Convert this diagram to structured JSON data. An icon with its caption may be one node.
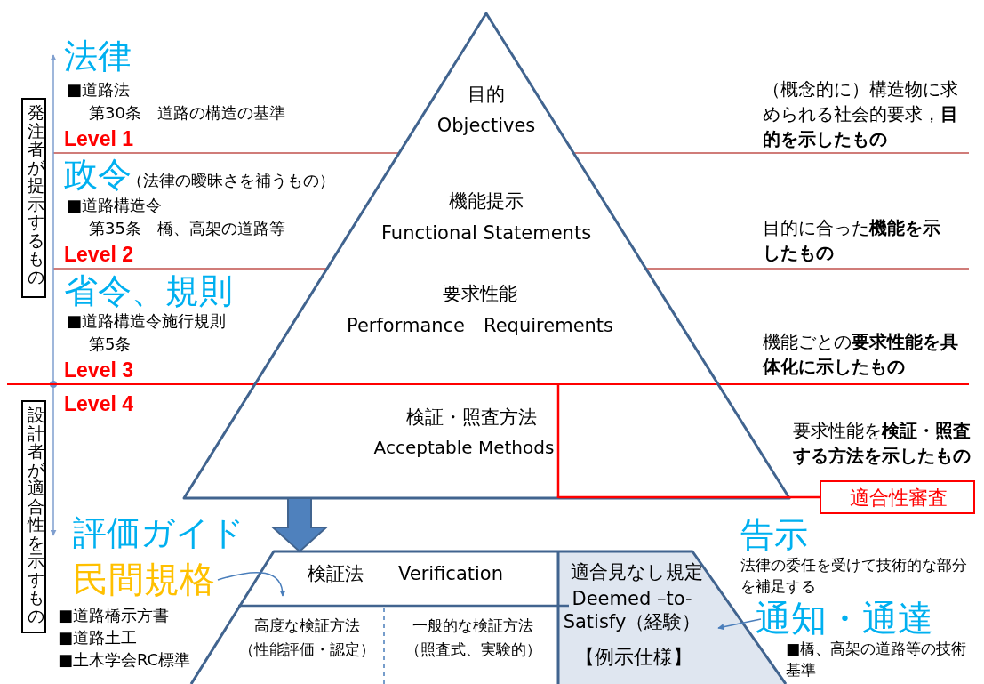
{
  "diagram": {
    "nodes": [
      {
        "text": [
          "目的",
          "Objectives"
        ]
      },
      {
        "text": [
          "機能提示",
          "Functional Statements"
        ]
      },
      {
        "text": [
          "要求性能",
          "Performance　Requirements"
        ]
      },
      {
        "text": [
          "検証・照査方法",
          "Acceptable Methods"
        ]
      },
      {
        "text": [
          "検証法",
          "Verification"
        ]
      },
      {
        "text": [
          "高度な検証方法",
          "（性能評価・認定）"
        ]
      },
      {
        "text": [
          "一般的な検証方法",
          "（照査式、実験的）"
        ]
      },
      {
        "text": [
          "適合見なし規定",
          "Deemed –to-Satisfy（経験）",
          "【例示仕様】"
        ]
      },
      {
        "text": [
          "民間規格"
        ]
      },
      {
        "text": [
          "通知・通達"
        ]
      },
      {
        "text": [
          "適合性審査"
        ]
      },
      {
        "text": [
          "発注者が提示するもの"
        ]
      },
      {
        "text": [
          "設計者が適合性を示すもの"
        ]
      }
    ],
    "edges": [
      {
        "from": 3,
        "to": 4,
        "arrow": "to",
        "style": "thick"
      },
      {
        "from": 8,
        "to": 4,
        "arrow": "to"
      },
      {
        "from": 9,
        "to": 7,
        "arrow": "to"
      },
      {
        "from": 3,
        "to": 10,
        "arrow": "none",
        "color": "#ff0000"
      }
    ],
    "labels": [
      "法律",
      "■道路法",
      "第30条　道路の構造の基準",
      "Level 1",
      "（概念的に）構造物に求められる社会的要求，**目的を示したもの**",
      "政令",
      "（法律の曖昧さを補うもの）",
      "■道路構造令",
      "第35条　橋、高架の道路等",
      "Level 2",
      "目的に合った**機能を示したもの**",
      "省令、規則",
      "■道路構造令施行規則",
      "第5条",
      "Level 3",
      "機能ごとの**要求性能を具体化に示したもの**",
      "Level 4",
      "要求性能を**検証・照査する方法を示したもの**",
      "評価ガイド",
      "告示",
      "法律の委任を受けて技術的な部分を補足する",
      "■道路橋示方書",
      "■道路土工",
      "■土木学会RC標準",
      "■橋、高架の道路等の技術基準"
    ]
  }
}
